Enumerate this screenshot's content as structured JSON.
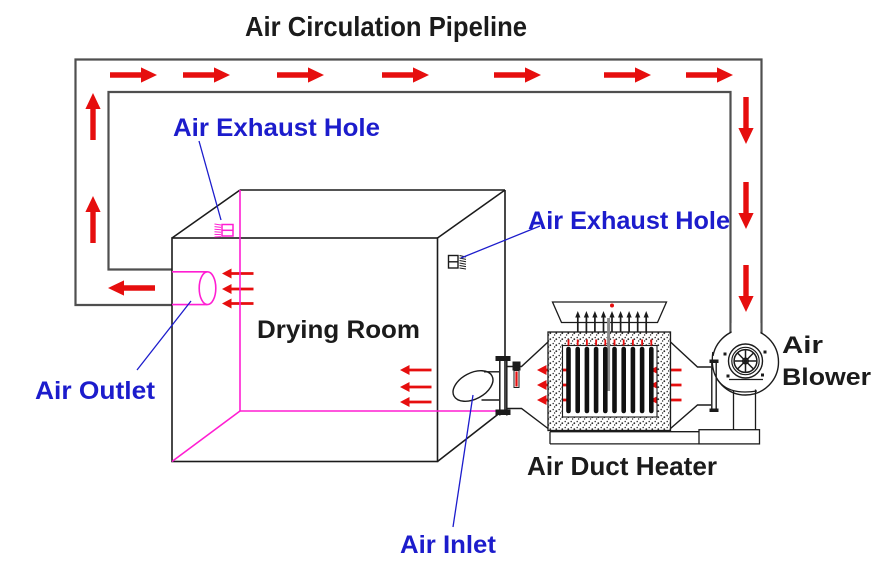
{
  "title": "Air Circulation Pipeline",
  "labels": {
    "exhaust_top": "Air Exhaust Hole",
    "exhaust_right": "Air Exhaust Hole",
    "drying_room": "Drying Room",
    "air_outlet": "Air Outlet",
    "air_inlet": "Air Inlet",
    "air_duct_heater": "Air Duct Heater",
    "air_blower_line1": "Air",
    "air_blower_line2": "Blower"
  },
  "colors": {
    "flow_arrow_red": "#e60e0e",
    "label_blue": "#1c1ccc",
    "hidden_edge_magenta": "#ff1ed2",
    "pipeline_gray": "#4f4f4f",
    "outline_black": "#1b1b1b",
    "background": "#ffffff"
  }
}
